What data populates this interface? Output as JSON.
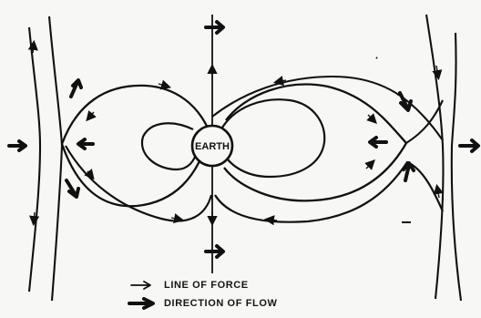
{
  "earth": {
    "label": "EARTH"
  },
  "legend": {
    "line_of_force": "LINE OF FORCE",
    "direction_of_flow": "DIRECTION OF FLOW"
  },
  "colors": {
    "ink": "#111111",
    "paper": "#f7f7f5"
  }
}
